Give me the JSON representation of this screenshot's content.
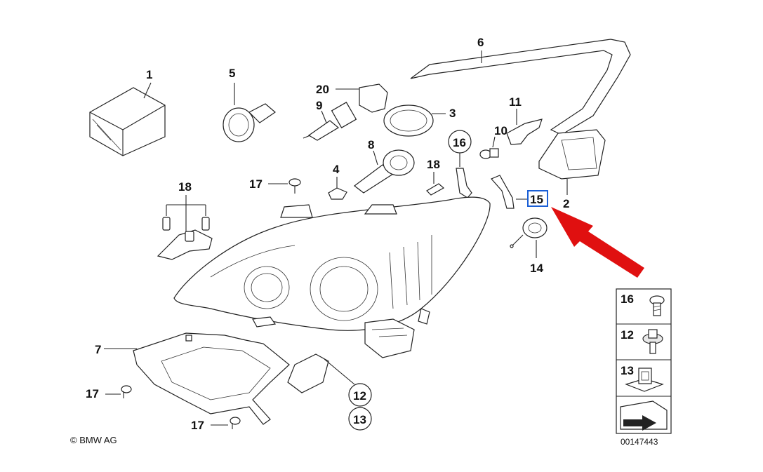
{
  "callouts": {
    "c1": "1",
    "c2": "2",
    "c3": "3",
    "c4": "4",
    "c5": "5",
    "c6": "6",
    "c7": "7",
    "c8": "8",
    "c9": "9",
    "c10": "10",
    "c11": "11",
    "c12": "12",
    "c13": "13",
    "c14": "14",
    "c15": "15",
    "c16": "16",
    "c17a": "17",
    "c17b": "17",
    "c17c": "17",
    "c18a": "18",
    "c18b": "18",
    "c20": "20"
  },
  "legend": {
    "n16": "16",
    "n12": "12",
    "n13": "13",
    "code": "00147443"
  },
  "copyright": "© BMW AG",
  "highlight_color": "#1a5fd6",
  "arrow_color": "#e01010"
}
